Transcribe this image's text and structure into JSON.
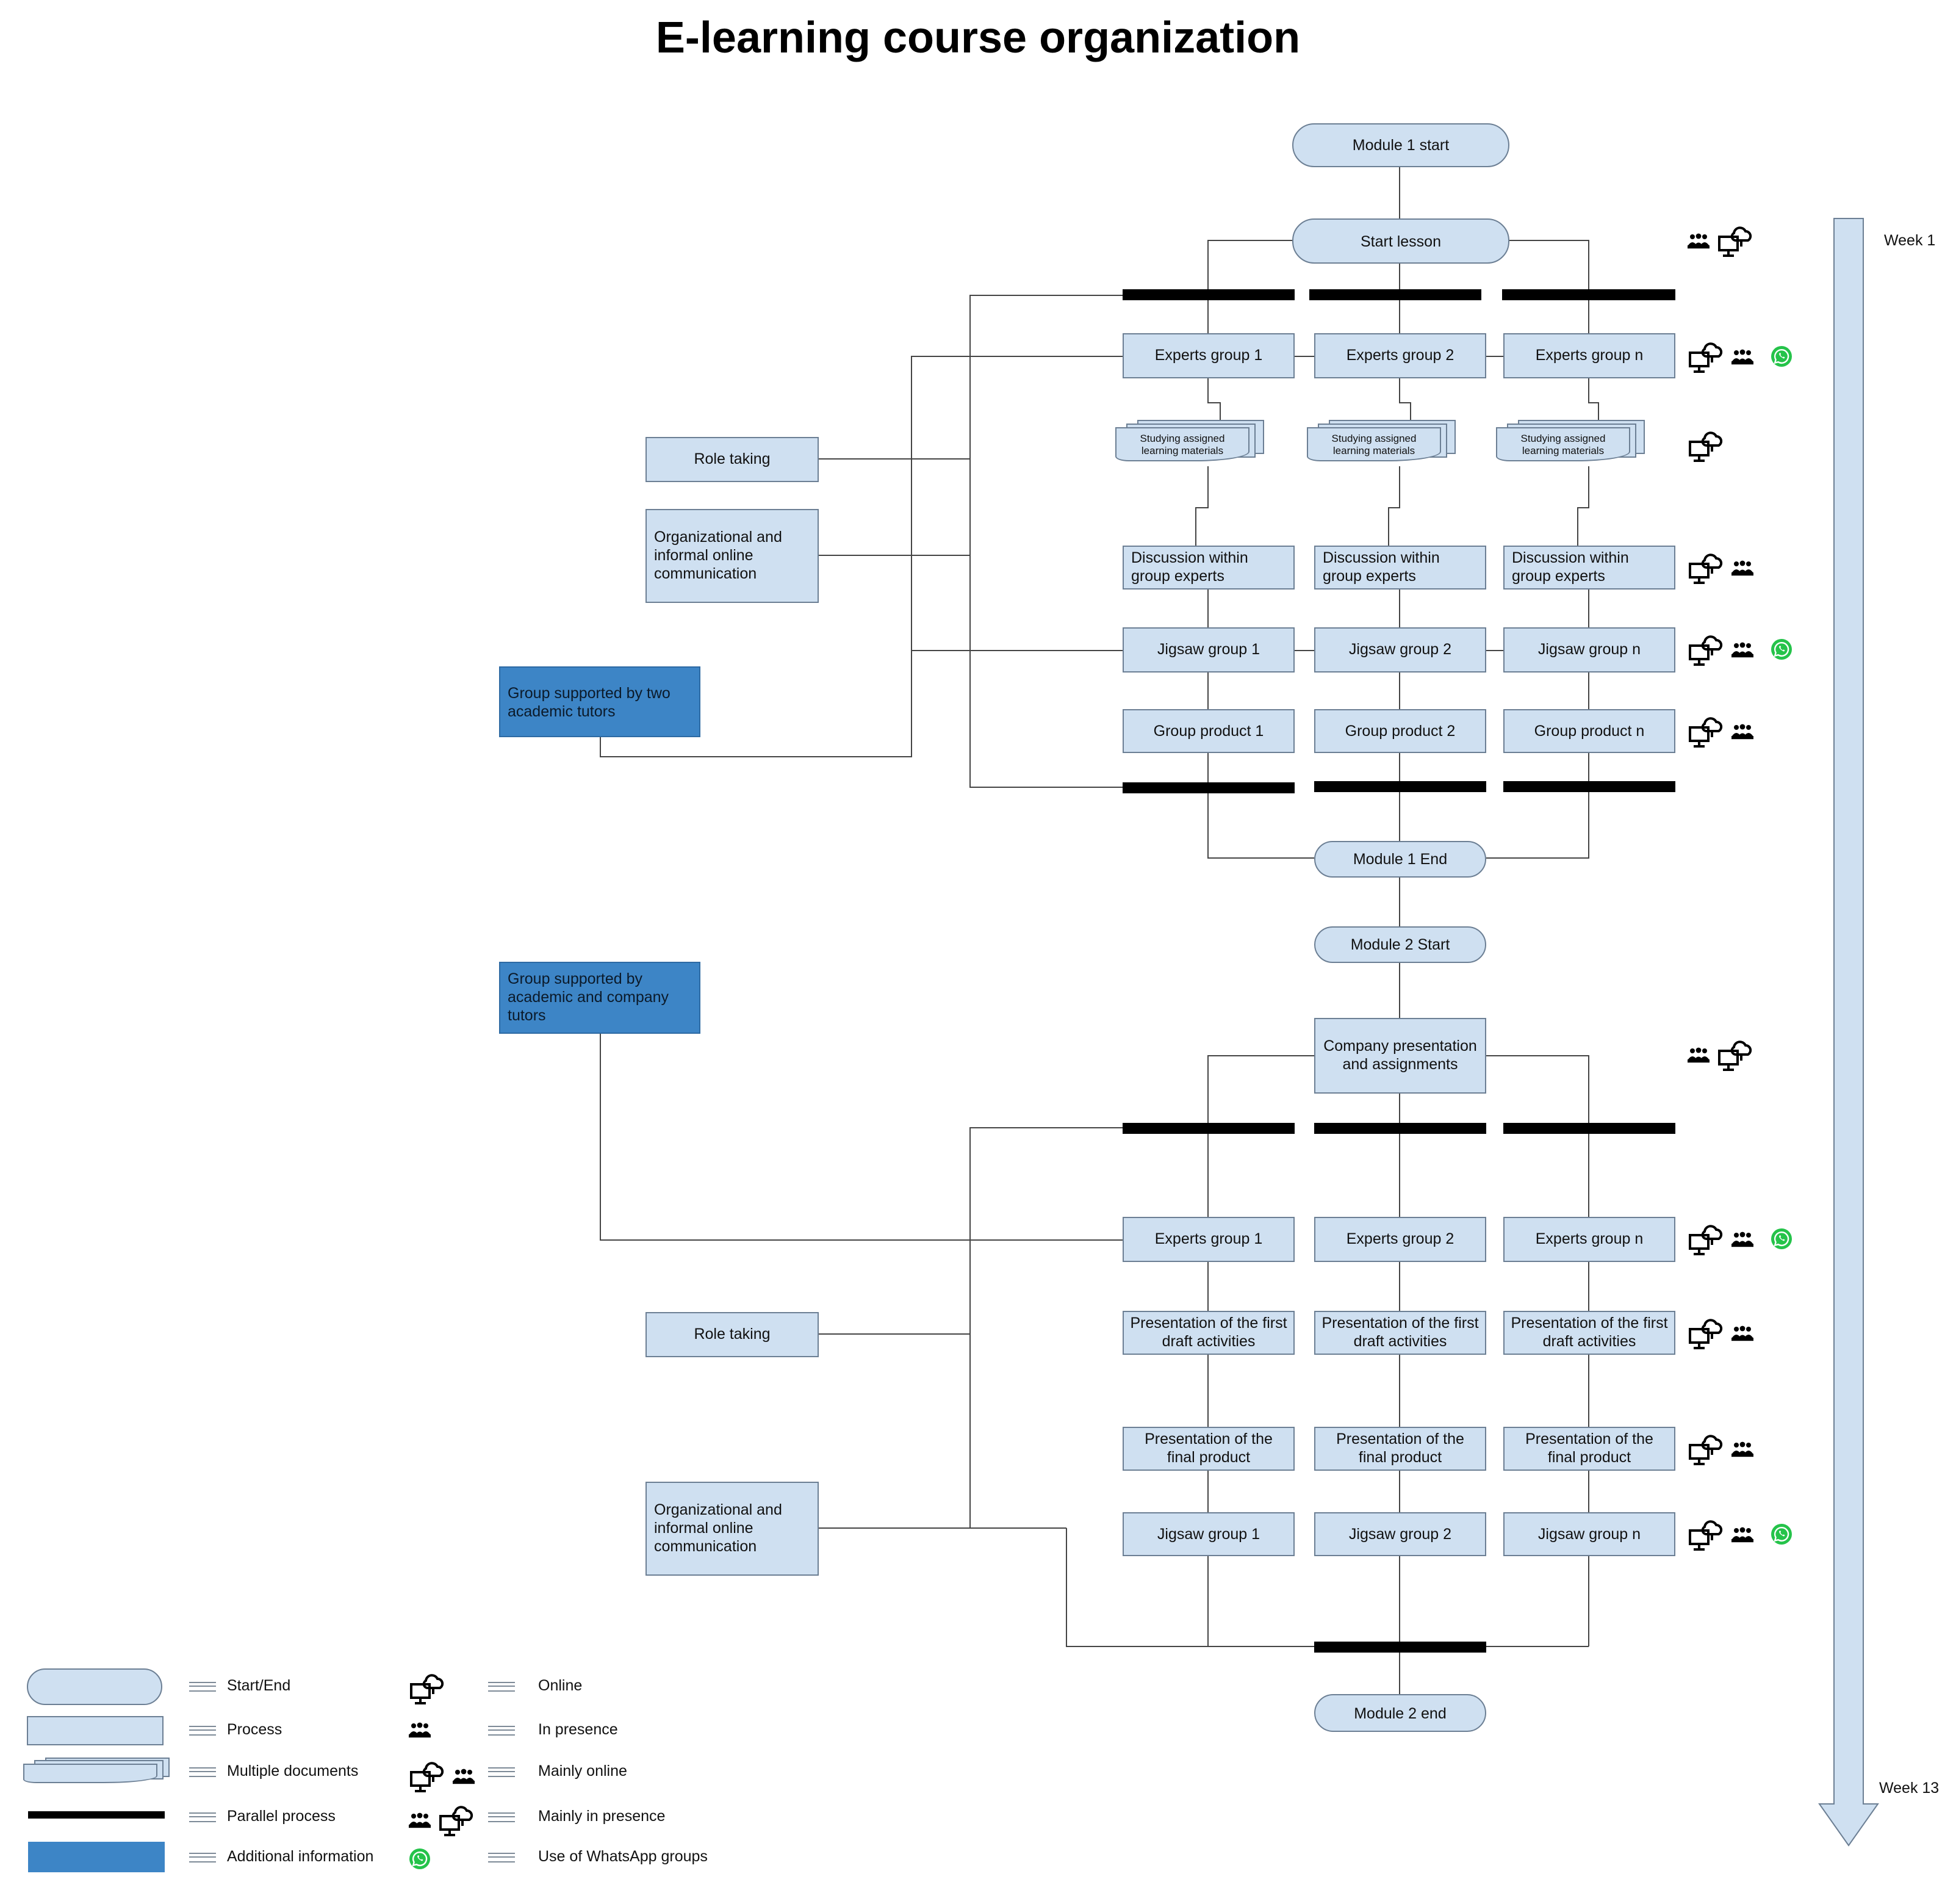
{
  "title": "E-learning course organization",
  "module1": {
    "start": "Module 1 start",
    "start_lesson": "Start lesson",
    "experts": [
      "Experts group 1",
      "Experts group 2",
      "Experts group n"
    ],
    "studying": [
      "Studying assigned learning materials",
      "Studying assigned learning materials",
      "Studying assigned learning materials"
    ],
    "discussion": [
      "Discussion within group experts",
      "Discussion within group experts",
      "Discussion within group experts"
    ],
    "jigsaw": [
      "Jigsaw group 1",
      "Jigsaw group 2",
      "Jigsaw group n"
    ],
    "product": [
      "Group product 1",
      "Group product 2",
      "Group product n"
    ],
    "end": "Module 1 End",
    "role_taking": "Role taking",
    "org_comm": "Organizational and informal online communication",
    "support_info": "Group supported by two academic tutors"
  },
  "module2": {
    "start": "Module 2 Start",
    "company": "Company presentation and assignments",
    "experts": [
      "Experts group 1",
      "Experts group 2",
      "Experts group n"
    ],
    "first_draft": [
      "Presentation of the first draft activities",
      "Presentation of the first draft activities",
      "Presentation of the first draft activities"
    ],
    "final_product": [
      "Presentation of the final product",
      "Presentation of the final product",
      "Presentation of the final product"
    ],
    "jigsaw": [
      "Jigsaw group 1",
      "Jigsaw group 2",
      "Jigsaw group n"
    ],
    "end": "Module 2 end",
    "role_taking": "Role taking",
    "org_comm": "Organizational and informal online communication",
    "support_info": "Group supported by academic and company tutors"
  },
  "timeline": {
    "start_label": "Week 1",
    "end_label": "Week 13"
  },
  "icons": {
    "online": "computer-cloud-icon",
    "presence": "people-group-icon",
    "whatsapp": "whatsapp-icon"
  },
  "colors": {
    "shape_fill": "#cfe0f1",
    "info_fill": "#3d85c6",
    "whatsapp": "#25c34a",
    "bar": "#000000"
  },
  "legend": {
    "shapes": [
      "Start/End",
      "Process",
      "Multiple documents",
      "Parallel process",
      "Additional information"
    ],
    "icons": [
      "Online",
      "In presence",
      "Mainly online",
      "Mainly in presence",
      "Use of WhatsApp groups"
    ]
  }
}
